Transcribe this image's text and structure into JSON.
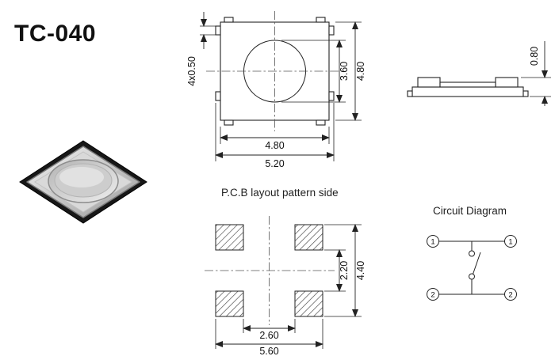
{
  "title": "TC-040",
  "top_view": {
    "lead_dim": "4x0.50",
    "button_diameter": "3.60",
    "body_height": "4.80",
    "body_width": "4.80",
    "overall_width": "5.20"
  },
  "side_view": {
    "thickness": "0.80"
  },
  "pcb": {
    "label": "P.C.B layout pattern side",
    "pad_gap_vertical": "2.20",
    "pad_span_vertical": "4.40",
    "pad_gap_horizontal": "2.60",
    "pad_span_horizontal": "5.60"
  },
  "circuit": {
    "label": "Circuit Diagram",
    "pin_top": "1",
    "pin_bottom": "2"
  }
}
